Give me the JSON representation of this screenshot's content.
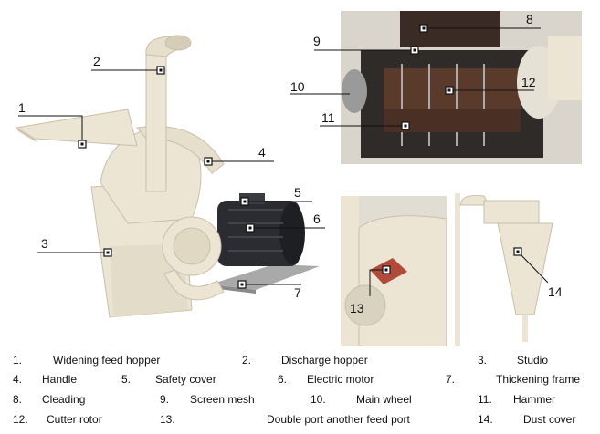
{
  "callouts": {
    "c1": "1",
    "c2": "2",
    "c3": "3",
    "c4": "4",
    "c5": "5",
    "c6": "6",
    "c7": "7",
    "c8": "8",
    "c9": "9",
    "c10": "10",
    "c11": "11",
    "c12": "12",
    "c13": "13",
    "c14": "14"
  },
  "legend": [
    {
      "num": "1.",
      "label": "Widening feed hopper"
    },
    {
      "num": "2.",
      "label": "Discharge hopper"
    },
    {
      "num": "3.",
      "label": "Studio"
    },
    {
      "num": "4.",
      "label": "Handle"
    },
    {
      "num": "5.",
      "label": "Safety cover"
    },
    {
      "num": "6.",
      "label": "Electric motor"
    },
    {
      "num": "7.",
      "label": "Thickening frame"
    },
    {
      "num": "8.",
      "label": "Cleading"
    },
    {
      "num": "9.",
      "label": "Screen mesh"
    },
    {
      "num": "10.",
      "label": "Main wheel"
    },
    {
      "num": "11.",
      "label": "Hammer"
    },
    {
      "num": "12.",
      "label": "Cutter rotor"
    },
    {
      "num": "13.",
      "label": "Double port another feed port"
    },
    {
      "num": "14.",
      "label": "Dust cover"
    }
  ],
  "colors": {
    "machine": "#ece5d4",
    "machine_shadow": "#c9c0aa",
    "motor": "#2a2c31",
    "photo_bg": "#d9d5cc",
    "rotor": "#5a3a2a"
  }
}
